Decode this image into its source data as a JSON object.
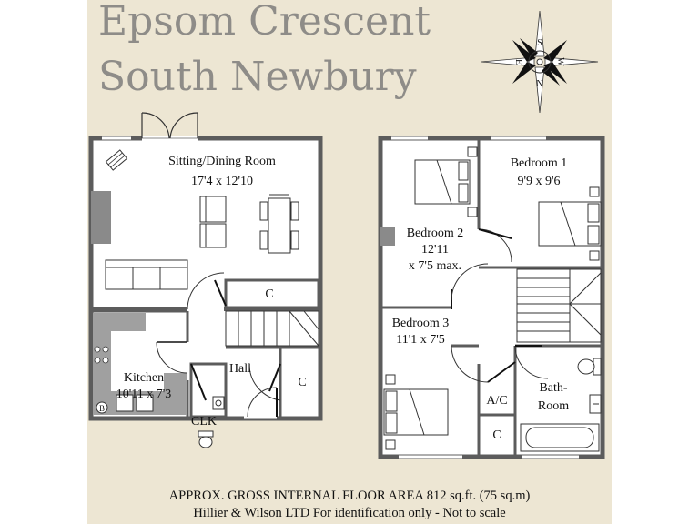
{
  "header": {
    "title_line1": "Epsom Crescent",
    "title_line2": "South Newbury"
  },
  "compass": {
    "north": "N",
    "south": "S",
    "east": "E",
    "west": "W"
  },
  "ground_floor": {
    "sitting": {
      "name": "Sitting/Dining Room",
      "size": "17'4 x 12'10"
    },
    "kitchen": {
      "name": "Kitchen",
      "size": "10'11 x 7'3"
    },
    "hall": "Hall",
    "clk": "CLK",
    "cupboard_label": "C",
    "boiler_label": "B"
  },
  "first_floor": {
    "bedroom1": {
      "name": "Bedroom 1",
      "size": "9'9 x 9'6"
    },
    "bedroom2": {
      "name": "Bedroom 2",
      "size_line1": "12'11",
      "size_line2": "x 7'5 max."
    },
    "bedroom3": {
      "name": "Bedroom 3",
      "size": "11'1 x 7'5"
    },
    "bathroom_line1": "Bath-",
    "bathroom_line2": "Room",
    "airing_cupboard": "A/C",
    "cupboard_label": "C"
  },
  "footer": {
    "line1": "APPROX. GROSS INTERNAL FLOOR AREA 812 sq.ft. (75 sq.m)",
    "line2": "Hillier & Wilson LTD For identification only - Not to scale"
  },
  "colors": {
    "background": "#ede6d3",
    "wall": "#5c5c5c",
    "title": "#8e8c88",
    "worktop": "#a0a0a0"
  }
}
